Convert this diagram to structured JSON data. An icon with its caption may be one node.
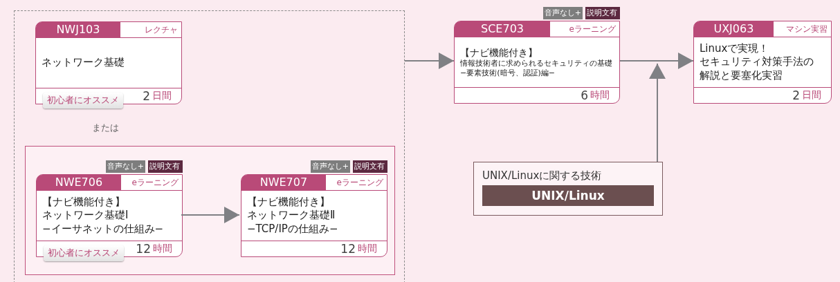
{
  "diagram": {
    "nodes": [
      {
        "text": [],
        "shape": "box"
      },
      {
        "text": [
          "NWJ103",
          "レクチャ",
          "ネットワーク基礎",
          "2",
          "日間",
          "初心者にオススメ"
        ],
        "in": 0
      },
      {
        "text": [],
        "shape": "box",
        "in": 0
      },
      {
        "text": [
          "NWE706",
          "eラーニング",
          "【ナビ機能付き】",
          "ネットワーク基礎Ⅰ",
          "−イーサネットの仕組み−",
          "12",
          "時間",
          "初心者にオススメ"
        ],
        "in": 2,
        "beside": [
          "音声なし+",
          "説明文有"
        ]
      },
      {
        "text": [
          "NWE707",
          "eラーニング",
          "【ナビ機能付き】",
          "ネットワーク基礎Ⅱ",
          "−TCP/IPの仕組み−",
          "12",
          "時間"
        ],
        "in": 2,
        "beside": [
          "音声なし+",
          "説明文有"
        ]
      },
      {
        "text": [
          "SCE703",
          "eラーニング",
          "【ナビ機能付き】",
          "情報技術者に求められるセキュリティの基礎",
          "−要素技術(暗号、認証)編−",
          "6",
          "時間"
        ],
        "beside": [
          "音声なし+",
          "説明文有"
        ]
      },
      {
        "text": [
          "UXJ063",
          "マシン実習",
          "Linuxで実現！",
          "セキュリティ対策手法の",
          "解説と要塞化実習",
          "2",
          "日間"
        ]
      },
      {
        "text": [
          "UNIX/Linuxに関する技術",
          "UNIX/Linux"
        ]
      }
    ],
    "edges": [
      {
        "from": 3,
        "to": 4,
        "arrow": "to"
      },
      {
        "from": 0,
        "to": 5,
        "arrow": "to"
      },
      {
        "from": 5,
        "to": 6,
        "arrow": "to"
      },
      {
        "from": 7,
        "to": null,
        "arrow": "to"
      }
    ],
    "labels": [
      "または"
    ]
  }
}
